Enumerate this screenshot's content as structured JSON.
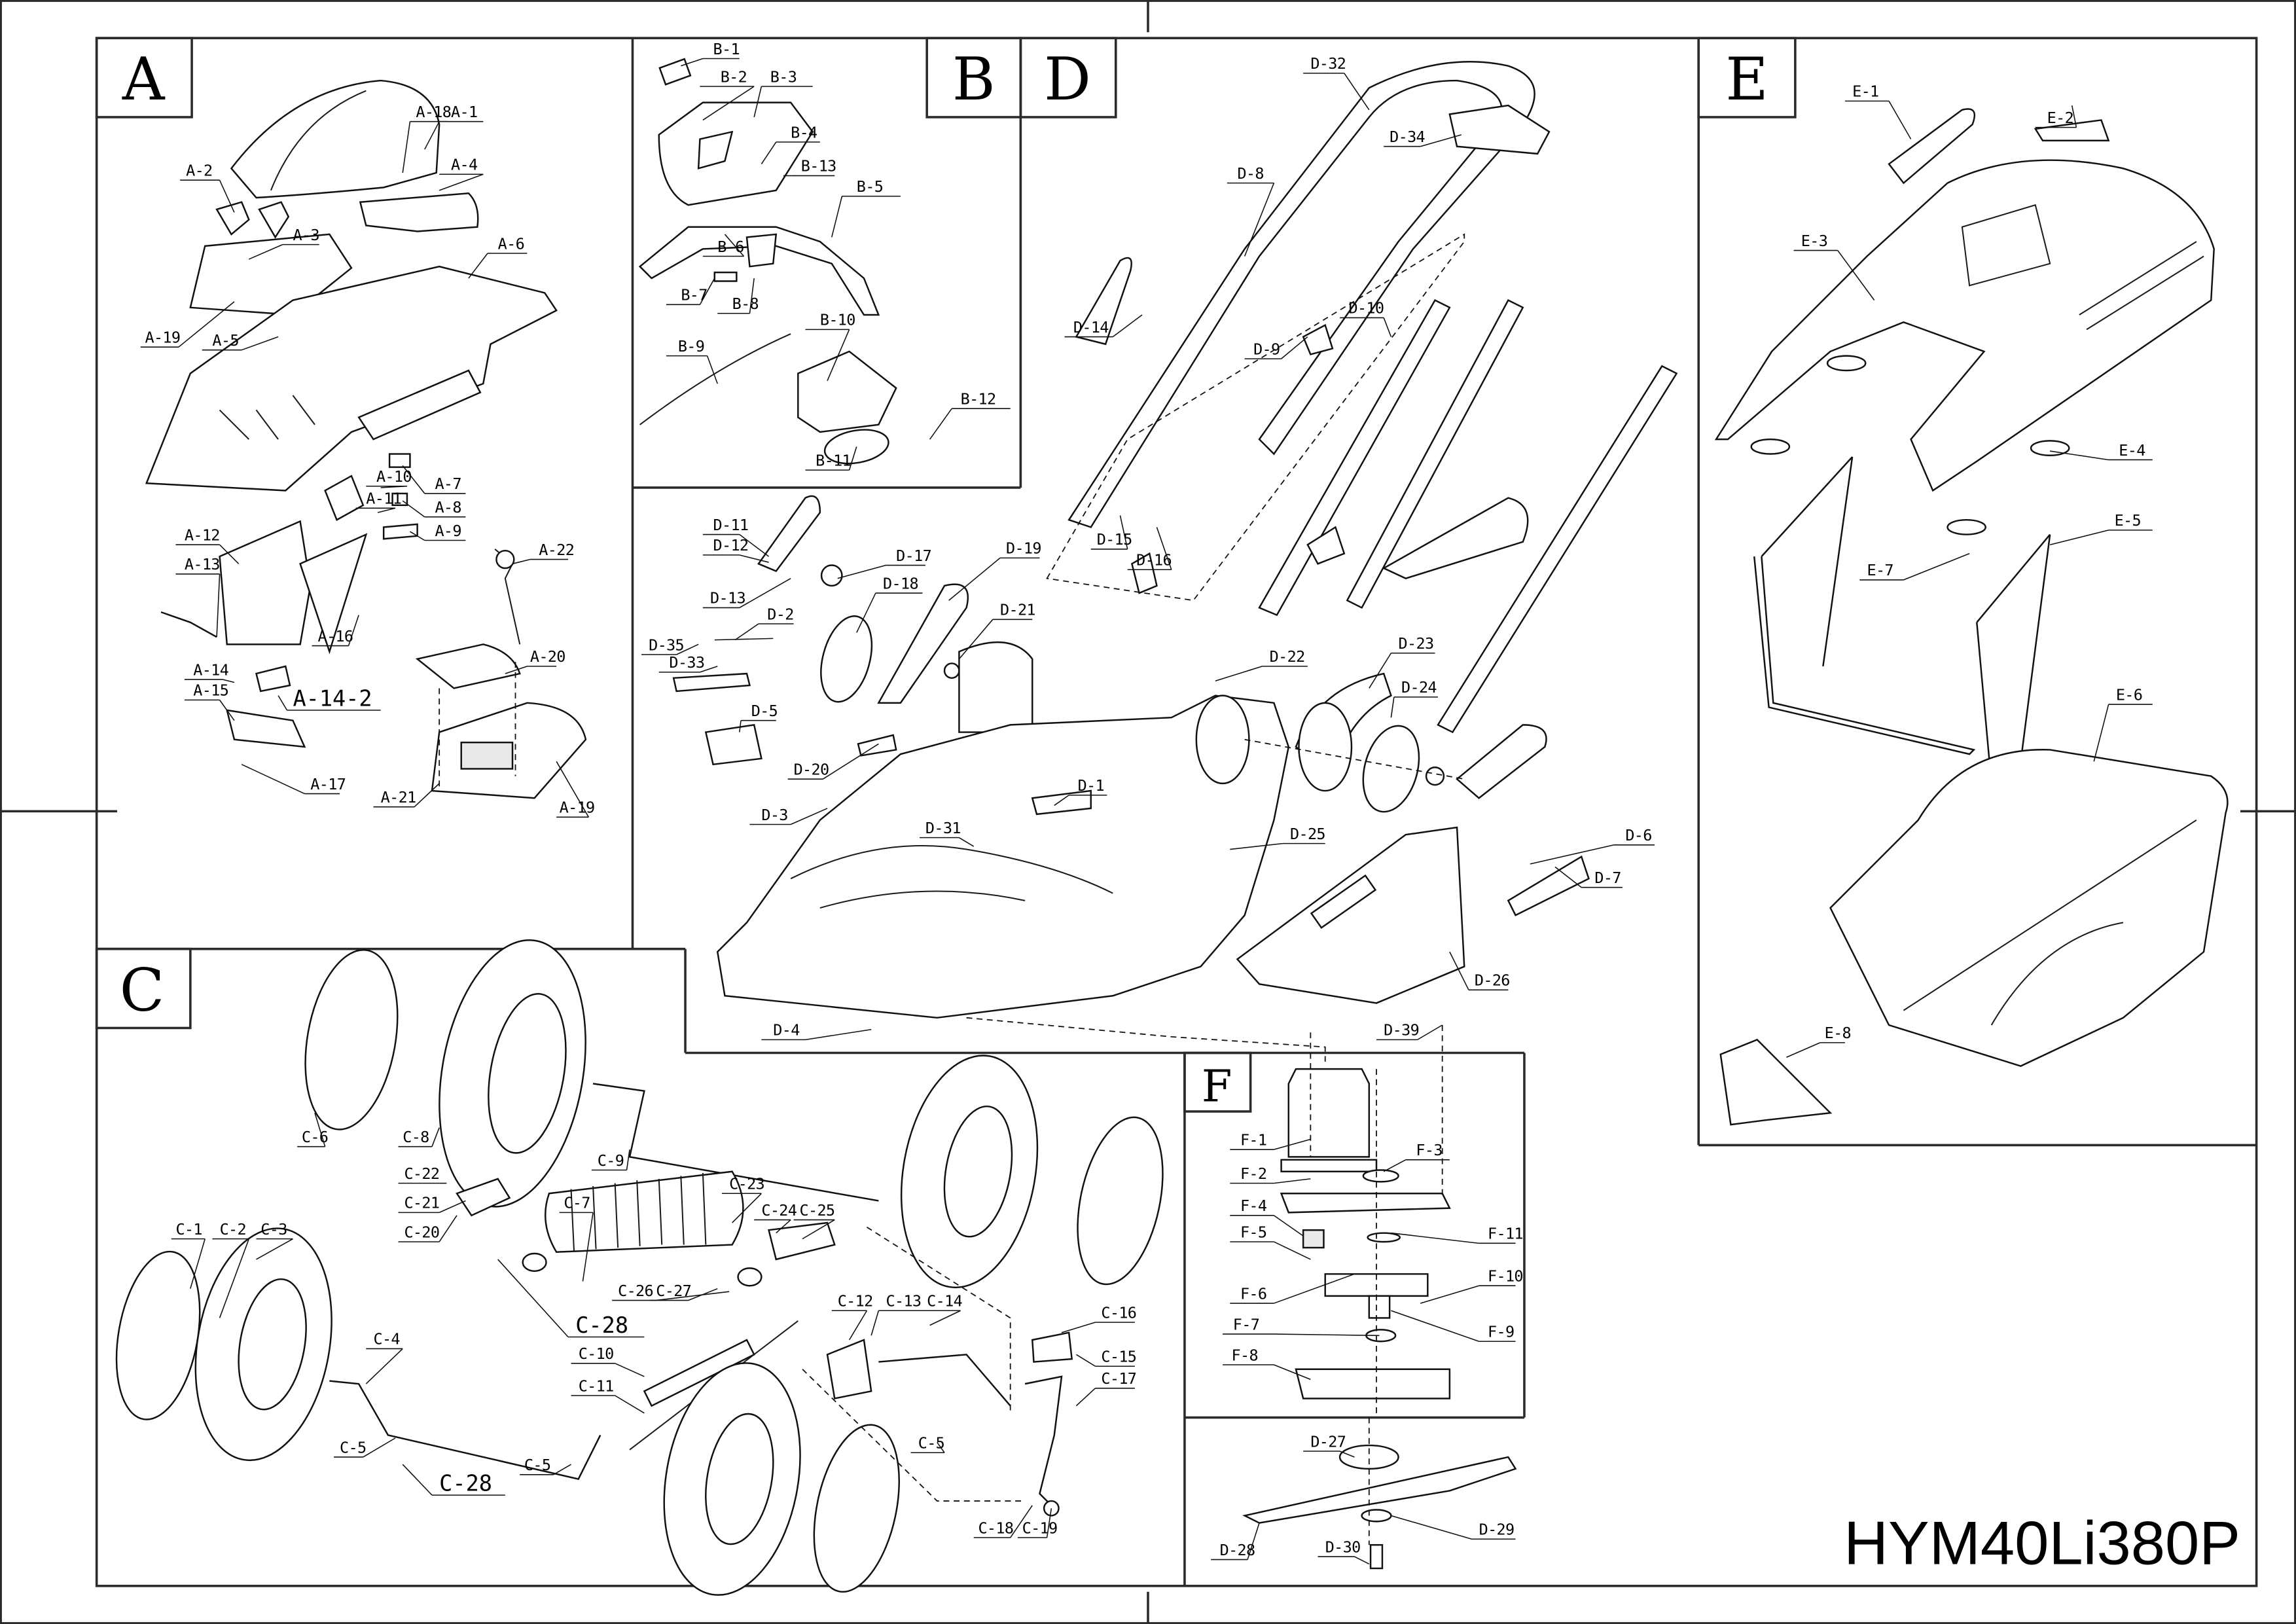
{
  "document": {
    "model": "HYM40Li380P",
    "type": "Exploded parts diagram"
  },
  "sections": {
    "A": {
      "letter": "A",
      "labels": [
        "A-1",
        "A-2",
        "A-3",
        "A-4",
        "A-5",
        "A-6",
        "A-7",
        "A-8",
        "A-9",
        "A-10",
        "A-11",
        "A-12",
        "A-13",
        "A-14",
        "A-14-2",
        "A-15",
        "A-16",
        "A-17",
        "A-18",
        "A-19",
        "A-19",
        "A-20",
        "A-21",
        "A-22"
      ]
    },
    "B": {
      "letter": "B",
      "labels": [
        "B-1",
        "B-2",
        "B-3",
        "B-4",
        "B-5",
        "B-6",
        "B-7",
        "B-8",
        "B-9",
        "B-10",
        "B-11",
        "B-12",
        "B-13"
      ]
    },
    "C": {
      "letter": "C",
      "labels": [
        "C-1",
        "C-2",
        "C-3",
        "C-4",
        "C-5",
        "C-5",
        "C-5",
        "C-6",
        "C-7",
        "C-8",
        "C-9",
        "C-10",
        "C-11",
        "C-12",
        "C-13",
        "C-14",
        "C-15",
        "C-16",
        "C-17",
        "C-18",
        "C-19",
        "C-20",
        "C-21",
        "C-22",
        "C-23",
        "C-24",
        "C-25",
        "C-26",
        "C-27",
        "C-28",
        "C-28"
      ]
    },
    "D": {
      "letter": "D",
      "labels": [
        "D-1",
        "D-2",
        "D-3",
        "D-4",
        "D-5",
        "D-6",
        "D-7",
        "D-8",
        "D-9",
        "D-10",
        "D-11",
        "D-12",
        "D-13",
        "D-14",
        "D-15",
        "D-16",
        "D-17",
        "D-18",
        "D-19",
        "D-20",
        "D-21",
        "D-22",
        "D-23",
        "D-24",
        "D-25",
        "D-26",
        "D-27",
        "D-28",
        "D-29",
        "D-30",
        "D-31",
        "D-32",
        "D-33",
        "D-34",
        "D-35",
        "D-39"
      ]
    },
    "E": {
      "letter": "E",
      "labels": [
        "E-1",
        "E-2",
        "E-3",
        "E-4",
        "E-5",
        "E-6",
        "E-7",
        "E-8"
      ]
    },
    "F": {
      "letter": "F",
      "labels": [
        "F-1",
        "F-2",
        "F-3",
        "F-4",
        "F-5",
        "F-6",
        "F-7",
        "F-8",
        "F-9",
        "F-10",
        "F-11"
      ]
    }
  }
}
